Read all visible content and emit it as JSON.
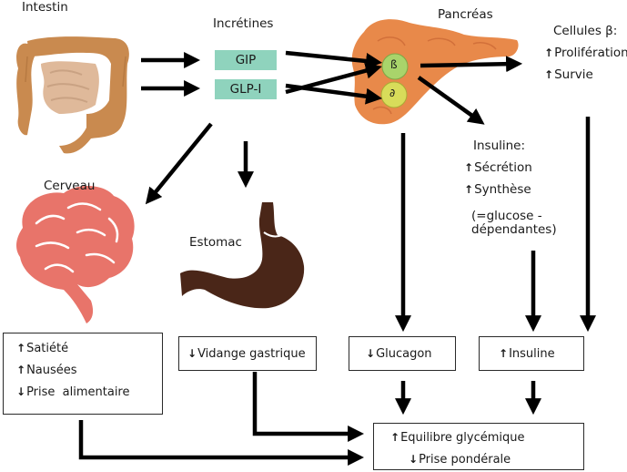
{
  "labels": {
    "intestin": "Intestin",
    "incretines": "Incrétines",
    "pancreas": "Pancréas",
    "cellules": "Cellules β:",
    "proliferation": "Prolifération",
    "survie": "Survie",
    "cerveau": "Cerveau",
    "estomac": "Estomac",
    "insuline_title": "Insuline:",
    "secretion": "Sécrétion",
    "synthese": "Synthèse",
    "glucose_dep_1": "(=glucose -",
    "glucose_dep_2": "dépendantes)",
    "beta_cell": "ß",
    "alpha_cell": "∂"
  },
  "hormones": {
    "gip": "GIP",
    "glp1": "GLP-I"
  },
  "arrows": {
    "up": "↑",
    "down": "↓"
  },
  "boxes": {
    "brain_effects": [
      "Satiété",
      "Nausées",
      "Prise  alimentaire"
    ],
    "stomach_effect": "Vidange gastrique",
    "glucagon": "Glucagon",
    "insuline": "Insuline",
    "final": [
      "Equilibre glycémique",
      "Prise pondérale"
    ]
  },
  "colors": {
    "hormone_box": "#8fd3bd",
    "pancreas": "#e8894a",
    "beta_cell": "#a9d46b",
    "alpha_cell": "#d8dc5a",
    "brain": "#e8746a",
    "stomach": "#4a2618",
    "intestine": "#c98a4f"
  }
}
